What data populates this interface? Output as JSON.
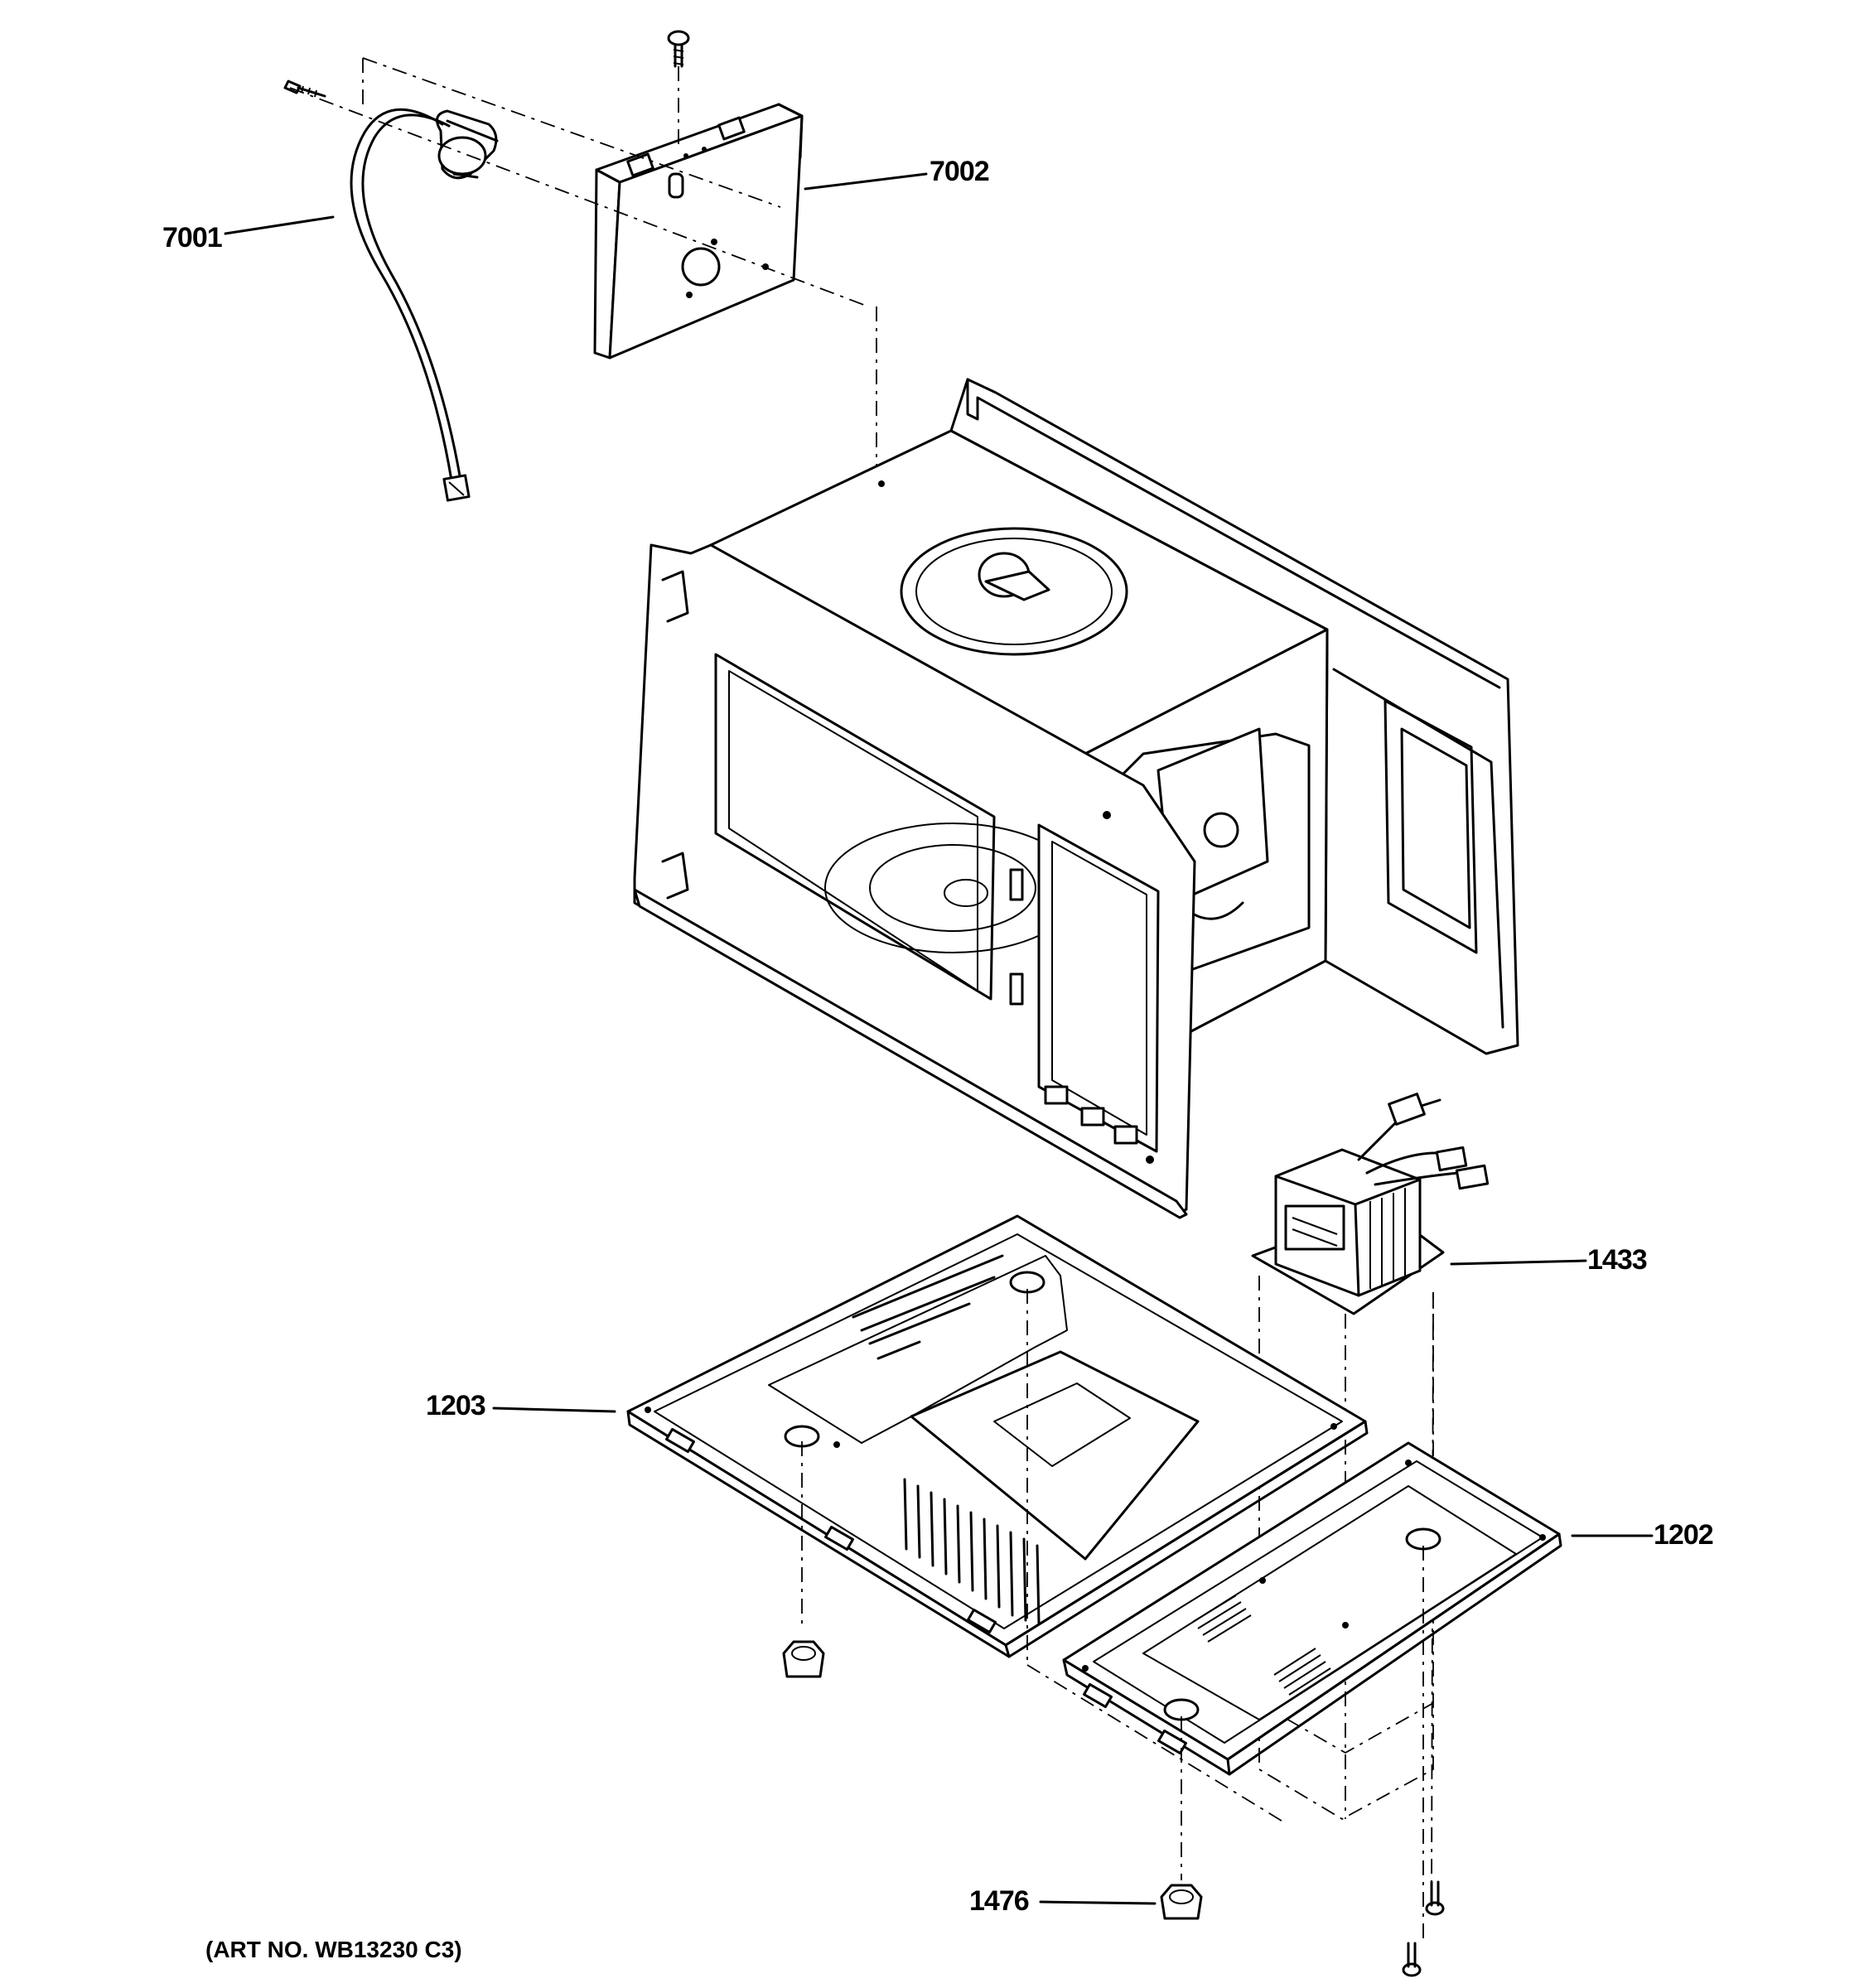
{
  "callouts": {
    "part_7001": "7001",
    "part_7002": "7002",
    "part_1433": "1433",
    "part_1203": "1203",
    "part_1202": "1202",
    "part_1476": "1476"
  },
  "art_number": "(ART NO. WB13230 C3)"
}
